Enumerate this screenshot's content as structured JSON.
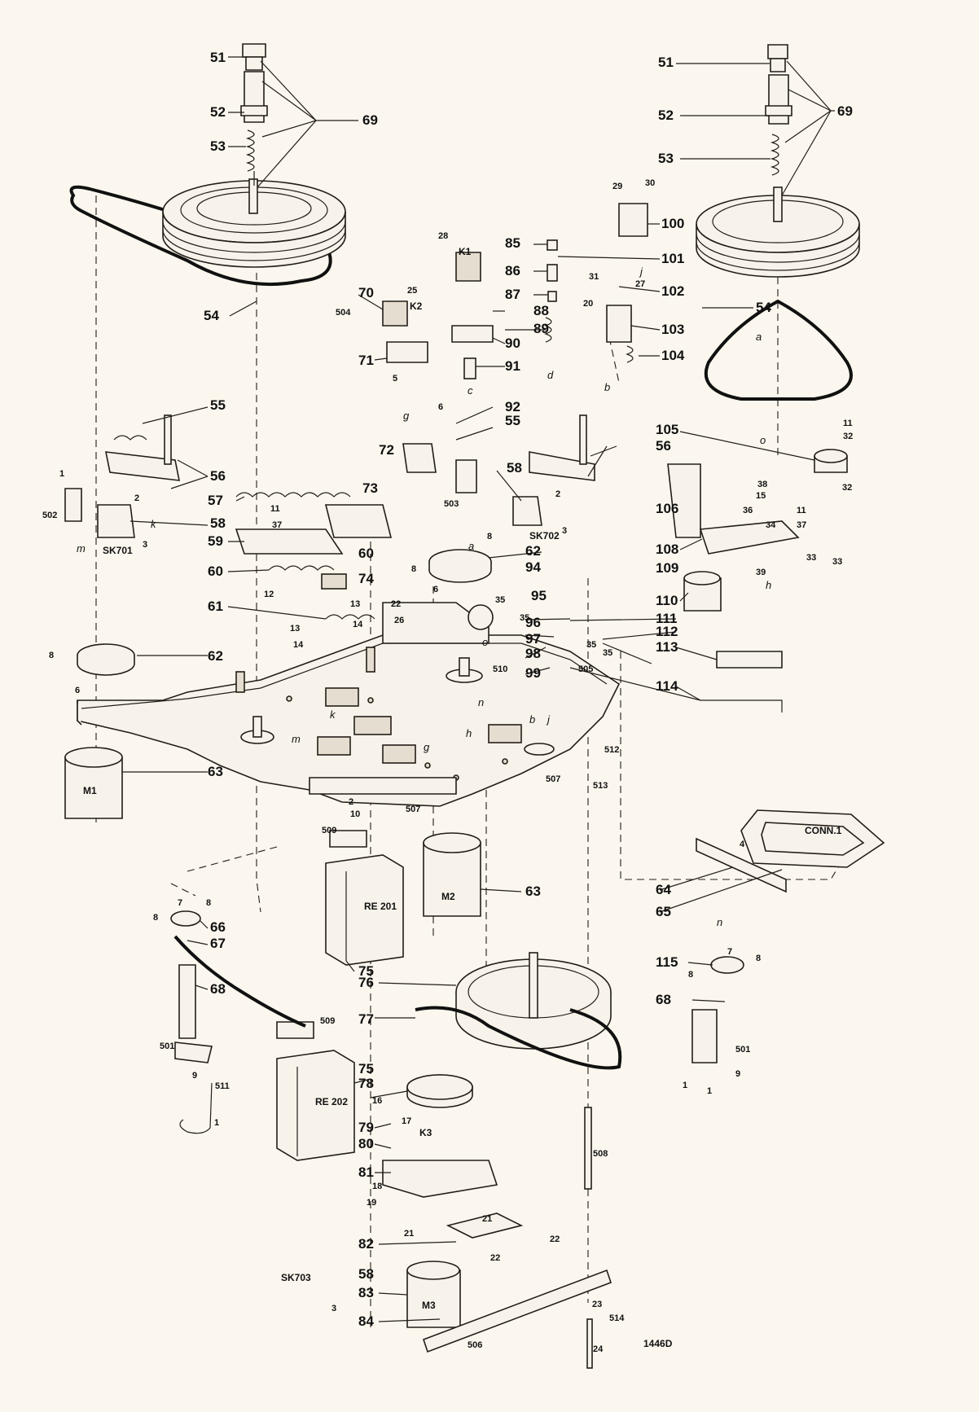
{
  "drawing_code": "1446D",
  "callouts": [
    "51",
    "52",
    "53",
    "69",
    "54",
    "55",
    "56",
    "57",
    "58",
    "59",
    "60",
    "61",
    "62",
    "63",
    "64",
    "65",
    "66",
    "67",
    "68",
    "70",
    "71",
    "72",
    "73",
    "74",
    "75",
    "76",
    "77",
    "78",
    "79",
    "80",
    "81",
    "82",
    "83",
    "84",
    "85",
    "86",
    "87",
    "88",
    "89",
    "90",
    "91",
    "92",
    "94",
    "95",
    "96",
    "97",
    "98",
    "99",
    "100",
    "101",
    "102",
    "103",
    "104",
    "105",
    "106",
    "108",
    "109",
    "110",
    "111",
    "112",
    "113",
    "114",
    "115"
  ],
  "small_refs": [
    "1",
    "2",
    "3",
    "4",
    "5",
    "6",
    "7",
    "8",
    "9",
    "10",
    "11",
    "12",
    "13",
    "14",
    "15",
    "16",
    "17",
    "18",
    "19",
    "20",
    "21",
    "22",
    "23",
    "24",
    "25",
    "26",
    "27",
    "28",
    "29",
    "30",
    "31",
    "32",
    "33",
    "34",
    "35",
    "36",
    "37",
    "38",
    "39",
    "501",
    "502",
    "503",
    "504",
    "505",
    "506",
    "507",
    "508",
    "509",
    "510",
    "511",
    "512",
    "513",
    "514"
  ],
  "letter_refs": [
    "a",
    "b",
    "c",
    "d",
    "g",
    "h",
    "j",
    "k",
    "m",
    "n",
    "o"
  ],
  "component_labels": {
    "m1": "M1",
    "m2": "M2",
    "m3": "M3",
    "re201": "RE 201",
    "re202": "RE 202",
    "conn1": "CONN.1",
    "sk701": "SK701",
    "sk702": "SK702",
    "sk703": "SK703",
    "k1": "K1",
    "k2": "K2",
    "k3": "K3"
  }
}
